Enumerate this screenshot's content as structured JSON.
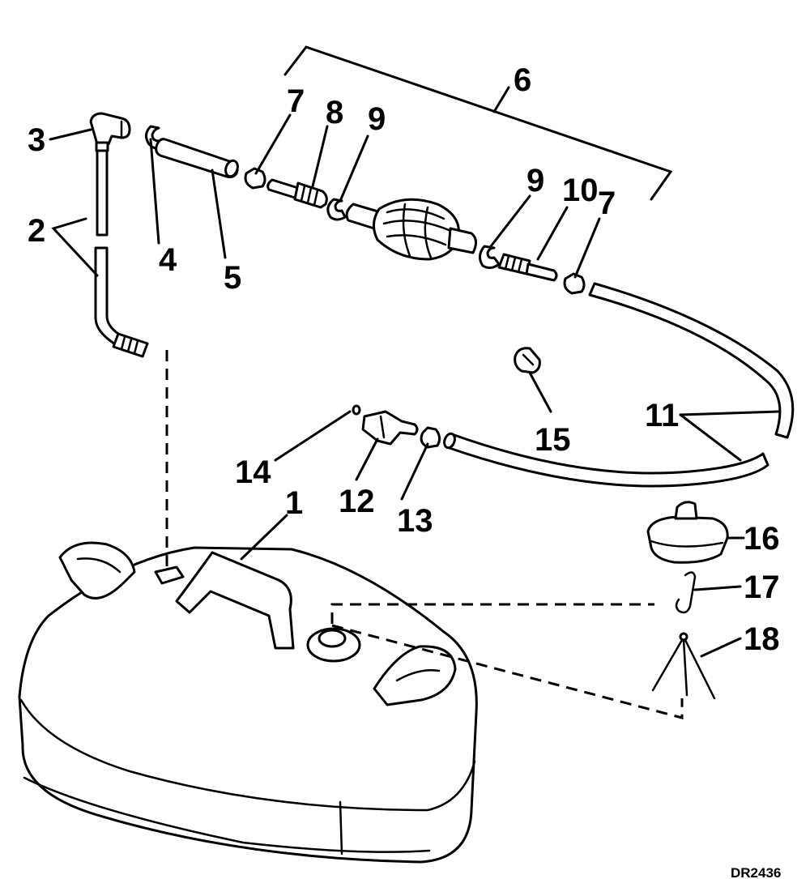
{
  "callouts": {
    "c1": "1",
    "c2": "2",
    "c3": "3",
    "c4": "4",
    "c5": "5",
    "c6": "6",
    "c7a": "7",
    "c7b": "7",
    "c8": "8",
    "c9a": "9",
    "c9b": "9",
    "c10": "10",
    "c11": "11",
    "c12": "12",
    "c13": "13",
    "c14": "14",
    "c15": "15",
    "c16": "16",
    "c17": "17",
    "c18": "18"
  },
  "drawing_ref": "DR2436"
}
